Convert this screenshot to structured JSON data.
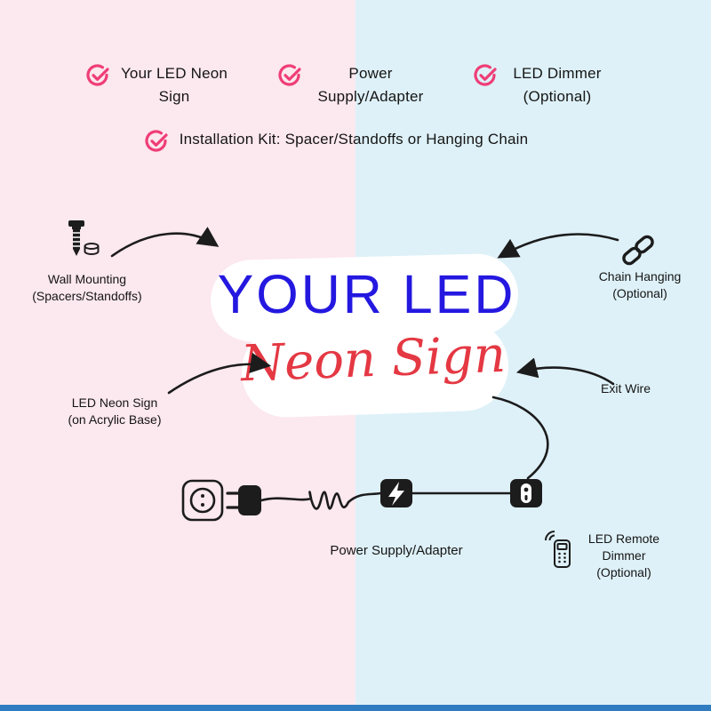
{
  "colors": {
    "bg_left": "#fce8ef",
    "bg_right": "#def1f8",
    "accent_pink": "#ef3d77",
    "sign_blue": "#2418e0",
    "sign_red": "#e43843",
    "line_black": "#1c1c1c",
    "sign_background": "#ffffff",
    "bottom_bar_blue": "#2f7dc0"
  },
  "checklist": {
    "items": [
      {
        "label": "Your LED Neon Sign"
      },
      {
        "label": "Power Supply/Adapter"
      },
      {
        "label": "LED Dimmer (Optional)"
      },
      {
        "label": "Installation Kit: Spacer/Standoffs or Hanging Chain"
      }
    ]
  },
  "sign": {
    "title": "YOUR LED",
    "subtitle": "Neon Sign"
  },
  "callouts": {
    "wall_mounting": {
      "label": "Wall Mounting",
      "sub": "(Spacers/Standoffs)"
    },
    "chain_hanging": {
      "label": "Chain Hanging",
      "sub": "(Optional)"
    },
    "neon_sign": {
      "label": "LED Neon Sign",
      "sub": "(on Acrylic Base)"
    },
    "exit_wire": {
      "label": "Exit Wire"
    },
    "power_supply": {
      "label": "Power Supply/Adapter"
    },
    "remote_dimmer": {
      "label": "LED Remote Dimmer (Optional)"
    }
  },
  "icons": {
    "check": "circle-check",
    "screw": "wall-screw-and-nut",
    "chain": "chain-links",
    "socket": "wall-socket",
    "plug": "power-plug",
    "adapter": "power-adapter-lightning",
    "dimmer": "inline-dimmer-switch",
    "remote": "remote-control-signal"
  }
}
